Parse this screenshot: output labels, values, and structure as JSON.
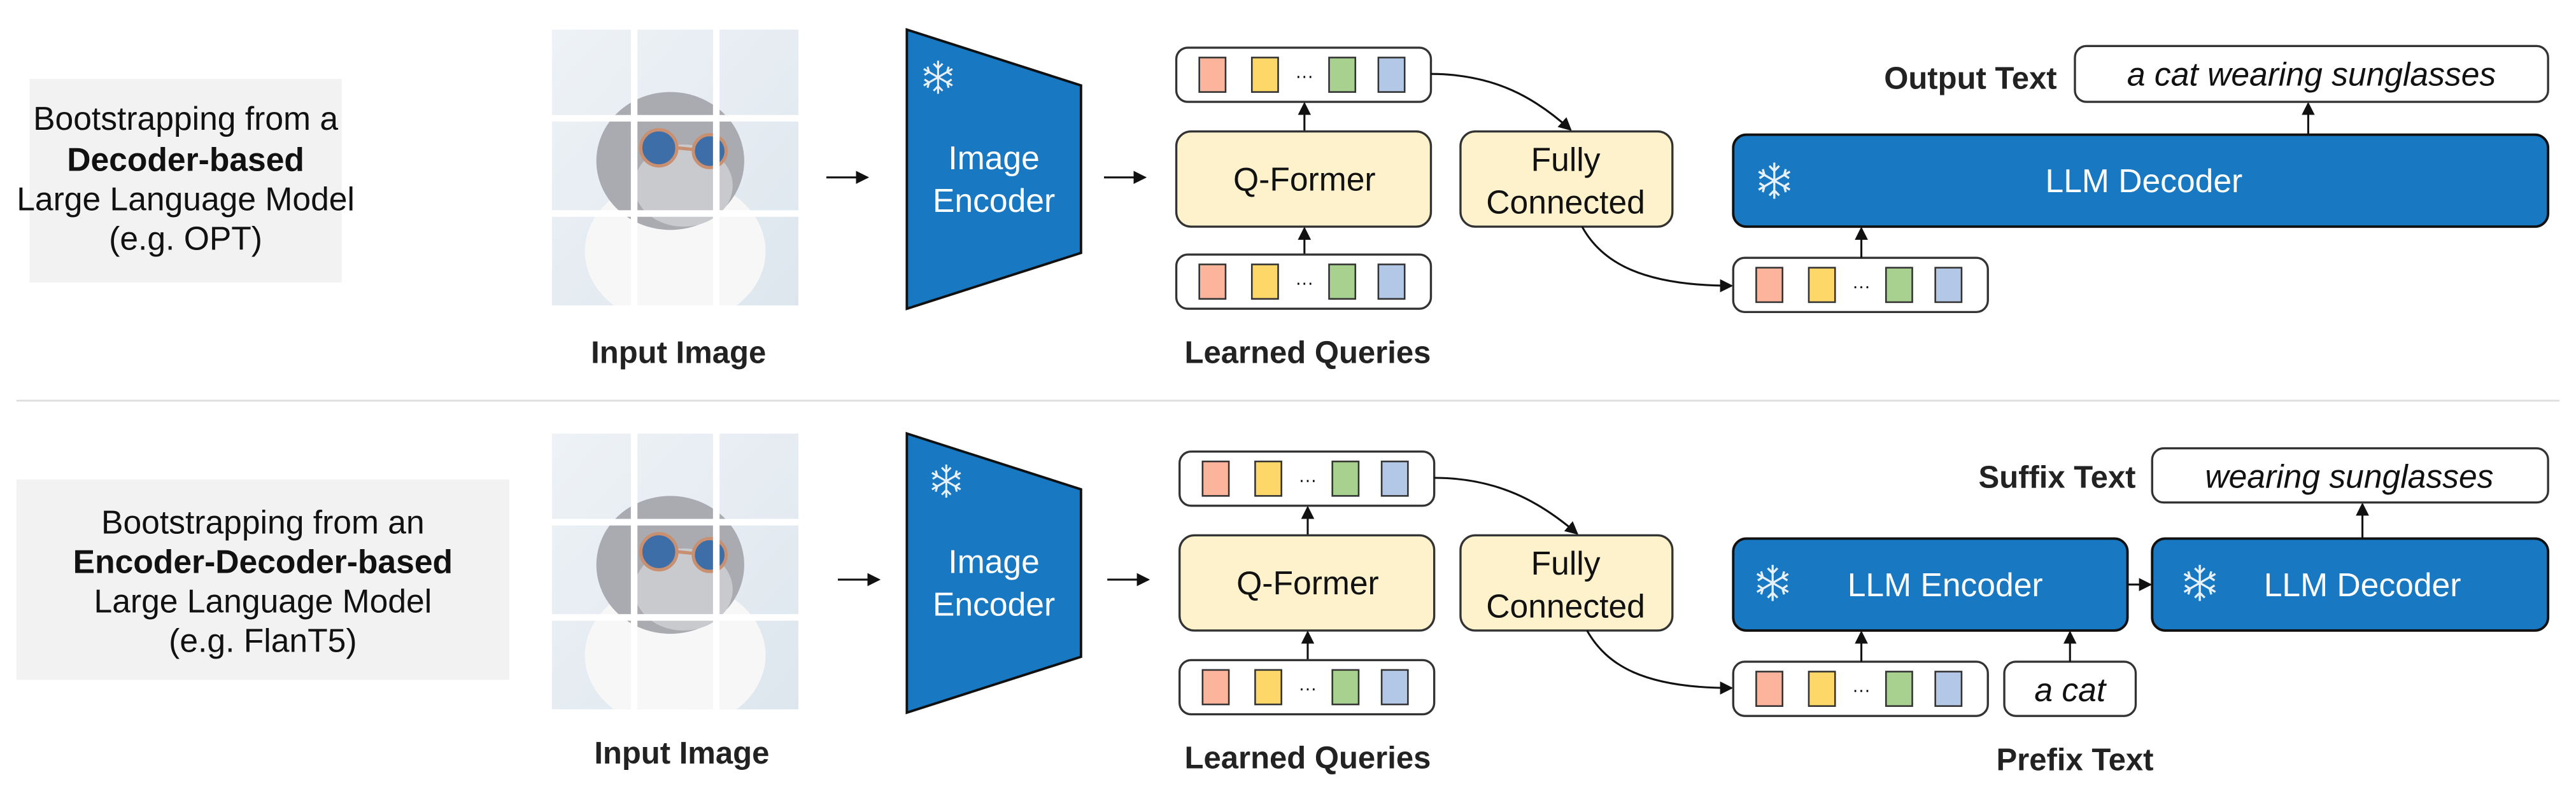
{
  "colors": {
    "frozen_blue": "#1878c2",
    "trainable_yellow": "#fdf2cc",
    "panel_gray": "#f2f2f2",
    "tokens": [
      "#fdb49c",
      "#fdd868",
      "#a8d18f",
      "#b2c8e6"
    ]
  },
  "top": {
    "description_lines": [
      "Bootstrapping from a",
      "Decoder-based",
      "Large Language Model",
      "(e.g. OPT)"
    ],
    "input_image_label": "Input Image",
    "image_encoder": [
      "Image",
      "Encoder"
    ],
    "qformer": "Q-Former",
    "learned_queries_label": "Learned Queries",
    "fully_connected": [
      "Fully",
      "Connected"
    ],
    "llm_decoder": "LLM Decoder",
    "output_label": "Output Text",
    "output_text": "a cat wearing sunglasses",
    "ellipsis": "···"
  },
  "bottom": {
    "description_lines": [
      "Bootstrapping from an",
      "Encoder-Decoder-based",
      "Large Language Model",
      "(e.g. FlanT5)"
    ],
    "input_image_label": "Input Image",
    "image_encoder": [
      "Image",
      "Encoder"
    ],
    "qformer": "Q-Former",
    "learned_queries_label": "Learned Queries",
    "fully_connected": [
      "Fully",
      "Connected"
    ],
    "llm_encoder": "LLM Encoder",
    "llm_decoder": "LLM Decoder",
    "suffix_label": "Suffix Text",
    "suffix_text": "wearing sunglasses",
    "prefix_label": "Prefix Text",
    "prefix_text": "a cat",
    "ellipsis": "···"
  }
}
